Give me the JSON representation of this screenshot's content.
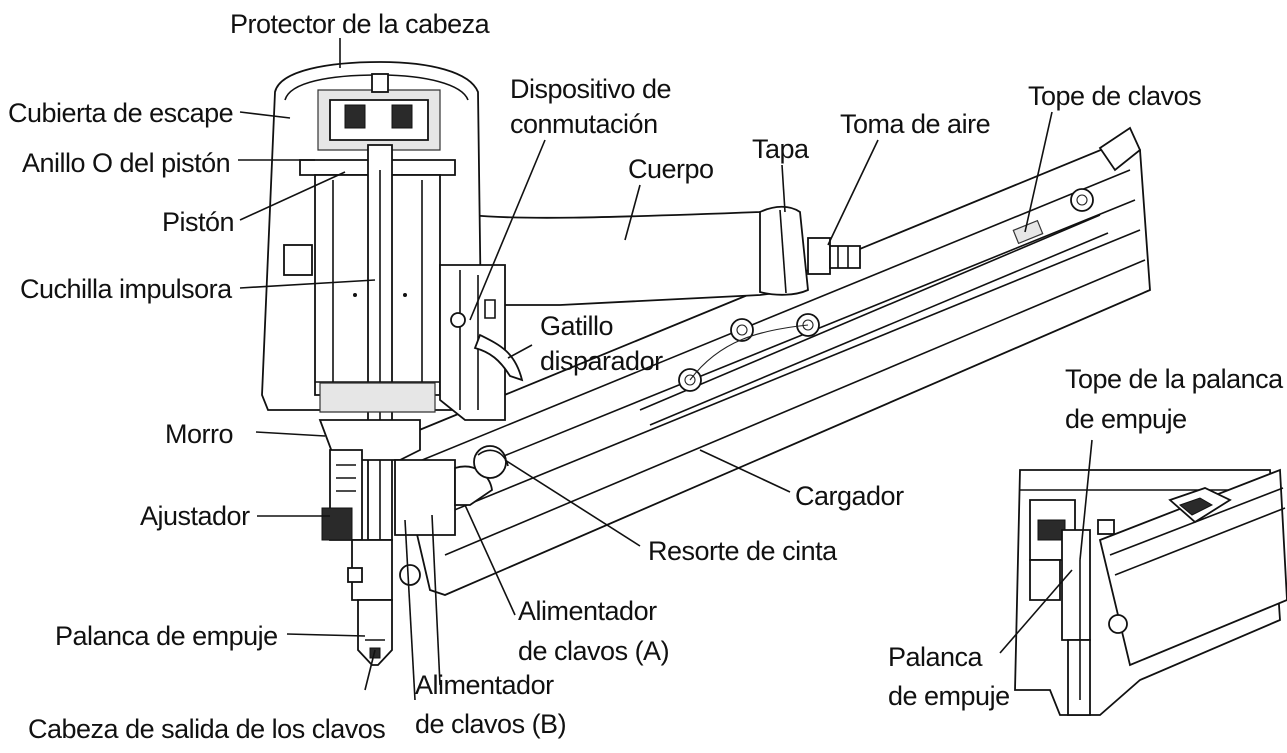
{
  "diagram": {
    "labels": {
      "protector_cabeza": "Protector de la cabeza",
      "cubierta_escape": "Cubierta de escape",
      "anillo_o": "Anillo O del pistón",
      "piston": "Pistón",
      "cuchilla": "Cuchilla impulsora",
      "morro": "Morro",
      "ajustador": "Ajustador",
      "palanca_empuje": "Palanca de empuje",
      "cabeza_salida": "Cabeza de salida de los clavos",
      "dispositivo_1": "Dispositivo de",
      "dispositivo_2": "conmutación",
      "cuerpo": "Cuerpo",
      "tapa": "Tapa",
      "toma_aire": "Toma de aire",
      "tope_clavos": "Tope de clavos",
      "gatillo_1": "Gatillo",
      "gatillo_2": "disparador",
      "cargador": "Cargador",
      "resorte": "Resorte de cinta",
      "alim_a_1": "Alimentador",
      "alim_a_2": "de clavos (A)",
      "alim_b_1": "Alimentador",
      "alim_b_2": "de clavos (B)",
      "tope_palanca_1": "Tope de la palanca",
      "tope_palanca_2": "de empuje",
      "palanca_inset_1": "Palanca",
      "palanca_inset_2": "de empuje"
    }
  }
}
